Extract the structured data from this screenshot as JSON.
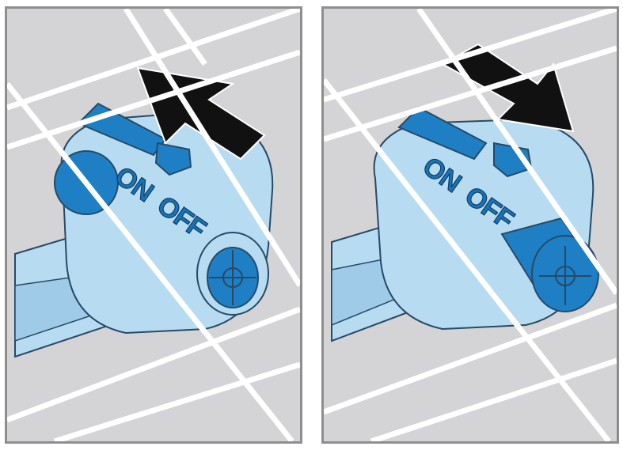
{
  "panels": [
    {
      "id": "left",
      "label_on": "ON",
      "label_off": "OFF",
      "arrow_direction": "up-left",
      "state": "on"
    },
    {
      "id": "right",
      "label_on": "ON",
      "label_off": "OFF",
      "arrow_direction": "down-right",
      "state": "off"
    }
  ],
  "colors": {
    "background": "#d4d4d6",
    "valve_body": "#b7dcf2",
    "valve_outline": "#274a66",
    "accent_blue": "#1e7fc4",
    "arrow": "#111111",
    "rack_bars": "#ffffff",
    "frame": "#8e8e8e"
  }
}
